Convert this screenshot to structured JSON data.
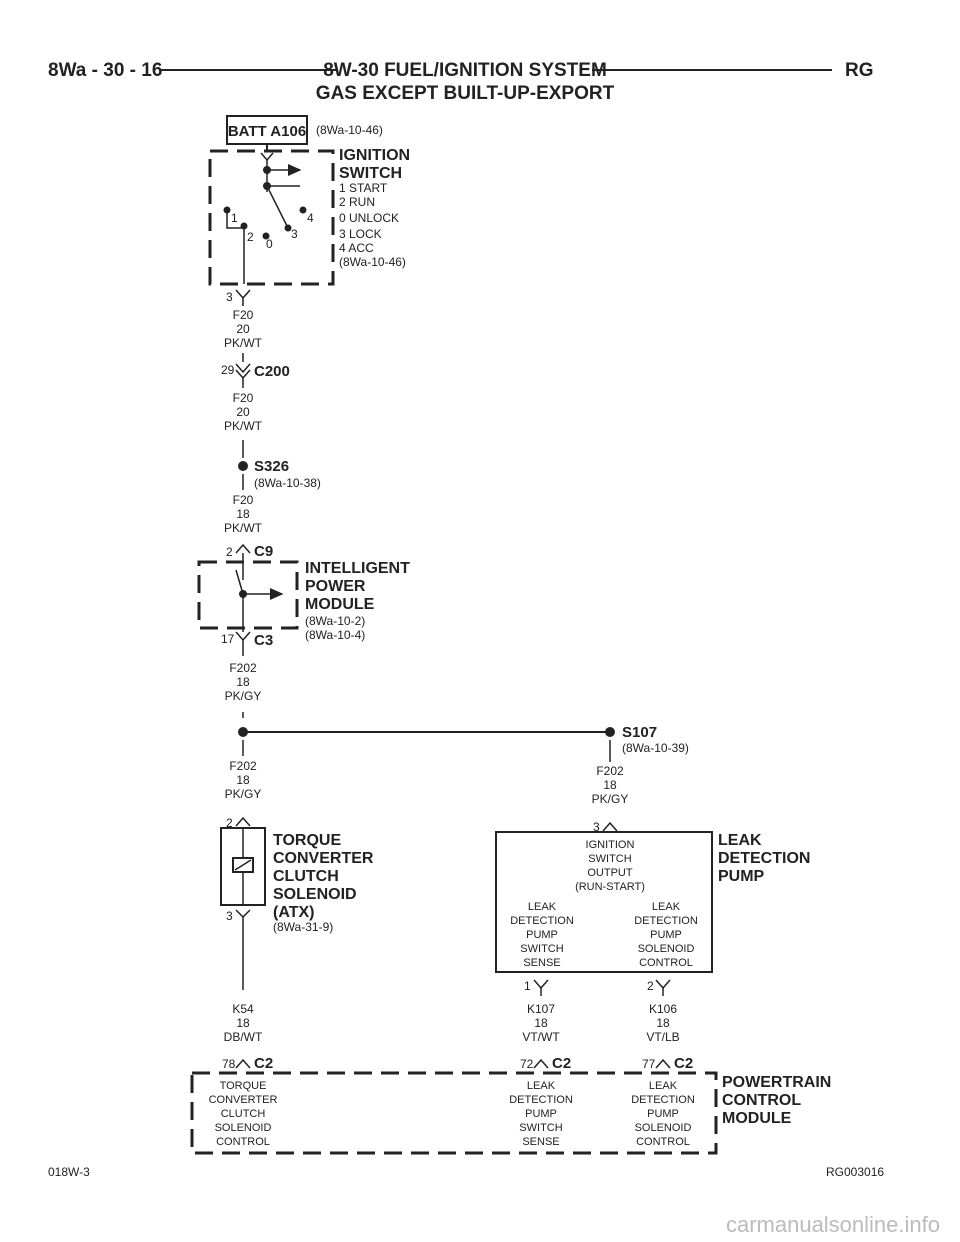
{
  "header": {
    "page_number": "8Wa - 30 - 16",
    "title_line1": "8W-30 FUEL/IGNITION SYSTEM",
    "title_line2": "GAS EXCEPT BUILT-UP-EXPORT",
    "section_code": "RG"
  },
  "footer": {
    "left_code": "018W-3",
    "right_code": "RG003016",
    "watermark": "carmanualsonline.info"
  },
  "battery": {
    "label": "BATT A106",
    "ref": "(8Wa-10-46)"
  },
  "ignition_switch": {
    "name_line1": "IGNITION",
    "name_line2": "SWITCH",
    "positions": [
      "1 START",
      "2 RUN",
      "0 UNLOCK",
      "3 LOCK",
      "4 ACC"
    ],
    "ref": "(8Wa-10-46)",
    "contact_labels": [
      "1",
      "2",
      "0",
      "3",
      "4"
    ],
    "pin": "3"
  },
  "wire_f20_a": {
    "circuit": "F20",
    "gauge": "20",
    "color": "PK/WT"
  },
  "connector_c200": {
    "pin": "29",
    "name": "C200"
  },
  "wire_f20_b": {
    "circuit": "F20",
    "gauge": "20",
    "color": "PK/WT"
  },
  "splice_s326": {
    "name": "S326",
    "ref": "(8Wa-10-38)"
  },
  "wire_f20_c": {
    "circuit": "F20",
    "gauge": "18",
    "color": "PK/WT"
  },
  "ipm": {
    "in_pin": "2",
    "in_conn": "C9",
    "name_line1": "INTELLIGENT",
    "name_line2": "POWER",
    "name_line3": "MODULE",
    "ref1": "(8Wa-10-2)",
    "ref2": "(8Wa-10-4)",
    "out_pin": "17",
    "out_conn": "C3"
  },
  "wire_f202_a": {
    "circuit": "F202",
    "gauge": "18",
    "color": "PK/GY"
  },
  "splice_s107": {
    "name": "S107",
    "ref": "(8Wa-10-39)"
  },
  "wire_f202_b": {
    "circuit": "F202",
    "gauge": "18",
    "color": "PK/GY"
  },
  "wire_f202_c": {
    "circuit": "F202",
    "gauge": "18",
    "color": "PK/GY"
  },
  "tcc": {
    "pin_top": "2",
    "name_line1": "TORQUE",
    "name_line2": "CONVERTER",
    "name_line3": "CLUTCH",
    "name_line4": "SOLENOID",
    "name_line5": "(ATX)",
    "ref": "(8Wa-31-9)",
    "pin_bottom": "3"
  },
  "ldp": {
    "pin_top": "3",
    "name_line1": "LEAK",
    "name_line2": "DETECTION",
    "name_line3": "PUMP",
    "inner_top": [
      "IGNITION",
      "SWITCH",
      "OUTPUT",
      "(RUN-START)"
    ],
    "inner_left": [
      "LEAK",
      "DETECTION",
      "PUMP",
      "SWITCH",
      "SENSE"
    ],
    "inner_right": [
      "LEAK",
      "DETECTION",
      "PUMP",
      "SOLENOID",
      "CONTROL"
    ],
    "pin_left": "1",
    "pin_right": "2"
  },
  "wire_k54": {
    "circuit": "K54",
    "gauge": "18",
    "color": "DB/WT"
  },
  "wire_k107": {
    "circuit": "K107",
    "gauge": "18",
    "color": "VT/WT"
  },
  "wire_k106": {
    "circuit": "K106",
    "gauge": "18",
    "color": "VT/LB"
  },
  "pcm": {
    "name_line1": "POWERTRAIN",
    "name_line2": "CONTROL",
    "name_line3": "MODULE",
    "pins": [
      {
        "pin": "78",
        "conn": "C2",
        "label": [
          "TORQUE",
          "CONVERTER",
          "CLUTCH",
          "SOLENOID",
          "CONTROL"
        ]
      },
      {
        "pin": "72",
        "conn": "C2",
        "label": [
          "LEAK",
          "DETECTION",
          "PUMP",
          "SWITCH",
          "SENSE"
        ]
      },
      {
        "pin": "77",
        "conn": "C2",
        "label": [
          "LEAK",
          "DETECTION",
          "PUMP",
          "SOLENOID",
          "CONTROL"
        ]
      }
    ]
  }
}
